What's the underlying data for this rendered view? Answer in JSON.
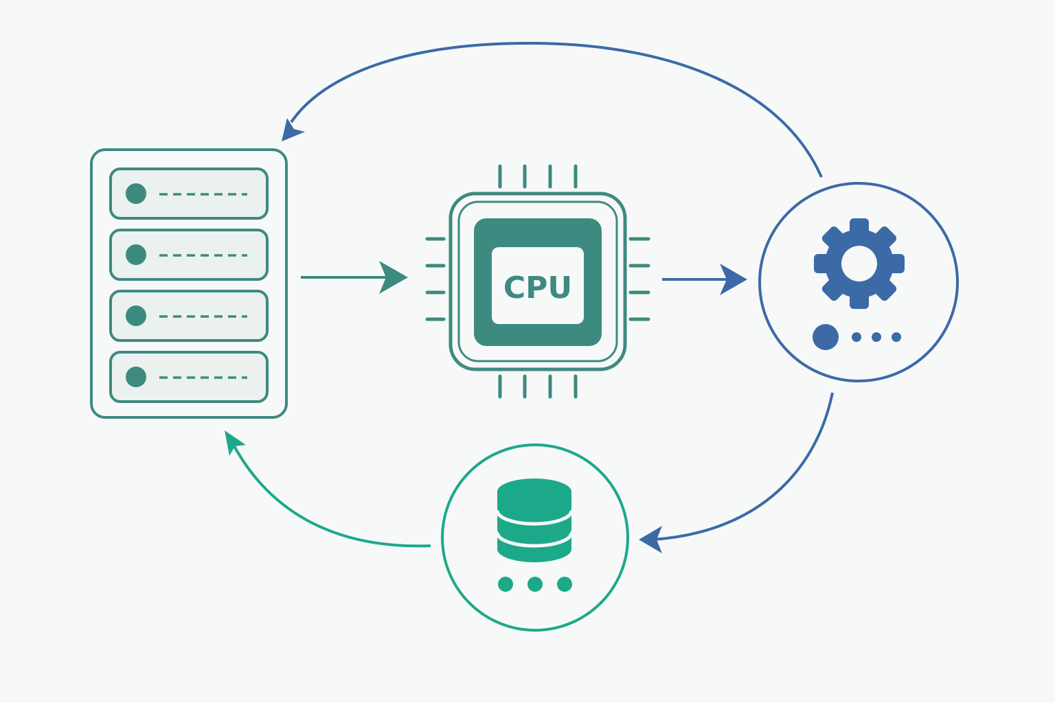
{
  "diagram": {
    "cpu_label": "CPU",
    "colors": {
      "background": "#f7f8f8",
      "teal": "#3d8a80",
      "blue": "#3c6aa6",
      "green": "#1ca98a",
      "panel_fill": "#eaf1ef"
    },
    "nodes": [
      {
        "id": "server",
        "icon": "server-rack-icon"
      },
      {
        "id": "cpu",
        "icon": "cpu-chip-icon"
      },
      {
        "id": "process",
        "icon": "gear-icon"
      },
      {
        "id": "database",
        "icon": "database-icon"
      }
    ],
    "edges": [
      {
        "from": "server",
        "to": "cpu"
      },
      {
        "from": "cpu",
        "to": "process"
      },
      {
        "from": "process",
        "to": "database"
      },
      {
        "from": "database",
        "to": "server"
      },
      {
        "from": "process",
        "to": "server"
      }
    ]
  }
}
